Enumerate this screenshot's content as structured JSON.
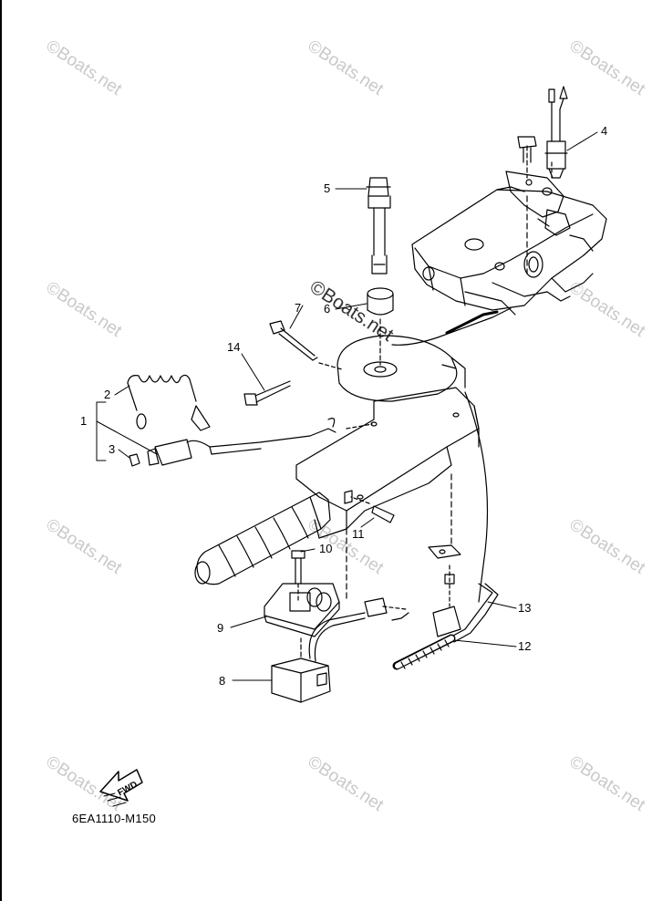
{
  "watermark": {
    "text": "©Boats.net"
  },
  "callouts": [
    {
      "id": "1",
      "label": "1"
    },
    {
      "id": "2",
      "label": "2"
    },
    {
      "id": "3",
      "label": "3"
    },
    {
      "id": "4",
      "label": "4"
    },
    {
      "id": "5",
      "label": "5"
    },
    {
      "id": "6",
      "label": "6"
    },
    {
      "id": "7",
      "label": "7"
    },
    {
      "id": "8",
      "label": "8"
    },
    {
      "id": "9",
      "label": "9"
    },
    {
      "id": "10",
      "label": "10"
    },
    {
      "id": "11",
      "label": "11"
    },
    {
      "id": "12",
      "label": "12"
    },
    {
      "id": "13",
      "label": "13"
    },
    {
      "id": "14",
      "label": "14"
    }
  ],
  "fwd_label": "FWD",
  "diagram_code": "6EA1110-M150",
  "colors": {
    "line": "#000000",
    "watermark": "#c9c9c9"
  }
}
